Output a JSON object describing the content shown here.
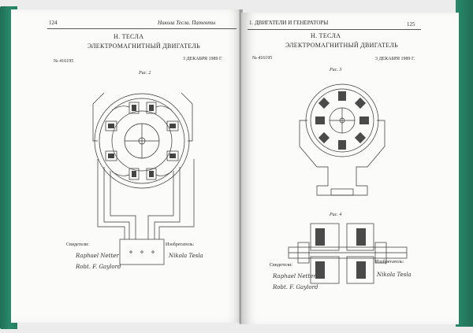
{
  "left_page": {
    "page_number": "124",
    "running_head": "Никола Тесла. Патенты",
    "author": "Н. ТЕСЛА",
    "title": "ЭЛЕКТРОМАГНИТНЫЙ ДВИГАТЕЛЬ",
    "patent_number": "№ 416195",
    "date": "3 ДЕКАБРЯ 1989 Г.",
    "figure_label": "Рис. 2",
    "witnesses_label": "Свидетели:",
    "inventor_label": "Изобретатель:",
    "witness_signature_1": "Raphael Netter",
    "witness_signature_2": "Robt. F. Gaylord",
    "inventor_signature": "Nikola Tesla"
  },
  "right_page": {
    "page_number": "125",
    "running_head": "1. ДВИГАТЕЛИ И ГЕНЕРАТОРЫ",
    "author": "Н. ТЕСЛА",
    "title": "ЭЛЕКТРОМАГНИТНЫЙ ДВИГАТЕЛЬ",
    "patent_number": "№ 416195",
    "date": "3 ДЕКАБРЯ 1989 Г.",
    "figure_label_top": "Рис. 3",
    "figure_label_bottom": "Рис. 4",
    "witnesses_label": "Свидетели:",
    "inventor_label": "Изобретатель:",
    "witness_signature_1": "Raphael Netter",
    "witness_signature_2": "Robt. F. Gaylord",
    "inventor_signature": "Nikola Tesla"
  },
  "colors": {
    "cover": "#237c5f",
    "paper": "#fbfbfa",
    "ink": "#2a2a2a"
  },
  "icons": [
    "motor-drawing-fig2",
    "motor-drawing-fig3",
    "motor-drawing-fig4"
  ]
}
